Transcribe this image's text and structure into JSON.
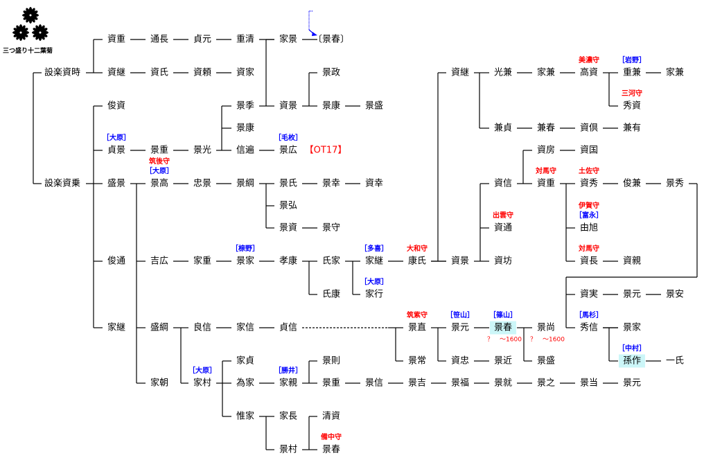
{
  "crest": {
    "label": "三つ盛り十二葉菊",
    "icon": "chrysanthemum-crest-icon"
  },
  "colors": {
    "office": "#ff0000",
    "clan": "#0000ff",
    "highlight": "#ccf6f8",
    "arrow": "#0000ff"
  },
  "members": [
    {
      "name": "資重"
    },
    {
      "name": "通長"
    },
    {
      "name": "貞元"
    },
    {
      "name": "重清"
    },
    {
      "name": "家景"
    },
    {
      "name": "〔景春〕"
    },
    {
      "name": "設楽資時"
    },
    {
      "name": "資継"
    },
    {
      "name": "資氏"
    },
    {
      "name": "資頼"
    },
    {
      "name": "資家"
    },
    {
      "name": "景政"
    },
    {
      "name": "設楽資乗"
    },
    {
      "name": "俊資"
    },
    {
      "name": "貞景",
      "clan": "［大原］"
    },
    {
      "name": "景重"
    },
    {
      "name": "景光"
    },
    {
      "name": "景季"
    },
    {
      "name": "景康"
    },
    {
      "name": "信遍"
    },
    {
      "name": "資景"
    },
    {
      "name": "景康"
    },
    {
      "name": "景盛"
    },
    {
      "name": "景広",
      "clan": "［毛枚］"
    },
    {
      "name": "【OT17】",
      "red": true
    },
    {
      "name": "盛景"
    },
    {
      "name": "景高",
      "office": "筑後守",
      "clan": "［大原］"
    },
    {
      "name": "忠景"
    },
    {
      "name": "景綱"
    },
    {
      "name": "景氏"
    },
    {
      "name": "景幸"
    },
    {
      "name": "資幸"
    },
    {
      "name": "景弘"
    },
    {
      "name": "景資"
    },
    {
      "name": "景守"
    },
    {
      "name": "俊通"
    },
    {
      "name": "吉広"
    },
    {
      "name": "家重"
    },
    {
      "name": "景家",
      "clan": "［榇野］"
    },
    {
      "name": "孝康"
    },
    {
      "name": "氏家"
    },
    {
      "name": "氏康"
    },
    {
      "name": "家継",
      "clan": "［多喜］"
    },
    {
      "name": "家行",
      "clan": "［大原］"
    },
    {
      "name": "康氏",
      "office": "大和守"
    },
    {
      "name": "資景"
    },
    {
      "name": "資継"
    },
    {
      "name": "光兼"
    },
    {
      "name": "家兼"
    },
    {
      "name": "高資",
      "office": "美濃守"
    },
    {
      "name": "重兼",
      "clan": "［岩野］"
    },
    {
      "name": "家兼"
    },
    {
      "name": "秀資",
      "office": "三河守"
    },
    {
      "name": "兼貞"
    },
    {
      "name": "兼春"
    },
    {
      "name": "資倶"
    },
    {
      "name": "兼有"
    },
    {
      "name": "資房"
    },
    {
      "name": "資国"
    },
    {
      "name": "資信"
    },
    {
      "name": "資重",
      "office": "対馬守"
    },
    {
      "name": "資秀",
      "office": "土佐守"
    },
    {
      "name": "俊兼"
    },
    {
      "name": "景秀"
    },
    {
      "name": "資通",
      "office": "出雲守"
    },
    {
      "name": "由旭",
      "office": "伊賀守",
      "clan": "［富永］"
    },
    {
      "name": "資坊"
    },
    {
      "name": "資長",
      "office": "対馬守"
    },
    {
      "name": "資親"
    },
    {
      "name": "資実"
    },
    {
      "name": "景元"
    },
    {
      "name": "景安"
    },
    {
      "name": "秀信",
      "clan": "［馬杉］"
    },
    {
      "name": "景家"
    },
    {
      "name": "孫作",
      "clan": "［中村］",
      "highlight": true
    },
    {
      "name": "一氏"
    },
    {
      "name": "家継"
    },
    {
      "name": "盛綱"
    },
    {
      "name": "良信"
    },
    {
      "name": "家信"
    },
    {
      "name": "貞信"
    },
    {
      "name": "景直",
      "office": "筑紫守"
    },
    {
      "name": "景元",
      "clan": "［笹山］"
    },
    {
      "name": "景春",
      "clan": "［篠山］",
      "highlight": true,
      "dates": "？　～1600"
    },
    {
      "name": "景尚",
      "dates": "？　～1600"
    },
    {
      "name": "景常"
    },
    {
      "name": "資忠"
    },
    {
      "name": "景近"
    },
    {
      "name": "景盛"
    },
    {
      "name": "家朝"
    },
    {
      "name": "家村",
      "clan": "［大原］"
    },
    {
      "name": "家貞"
    },
    {
      "name": "為家"
    },
    {
      "name": "家親",
      "clan": "［勝井］"
    },
    {
      "name": "景則"
    },
    {
      "name": "景重"
    },
    {
      "name": "景信"
    },
    {
      "name": "景吉"
    },
    {
      "name": "景福"
    },
    {
      "name": "景就"
    },
    {
      "name": "景之"
    },
    {
      "name": "景当"
    },
    {
      "name": "景元"
    },
    {
      "name": "惟家"
    },
    {
      "name": "家長"
    },
    {
      "name": "景村"
    },
    {
      "name": "清資"
    },
    {
      "name": "景春",
      "office": "備中守"
    }
  ]
}
